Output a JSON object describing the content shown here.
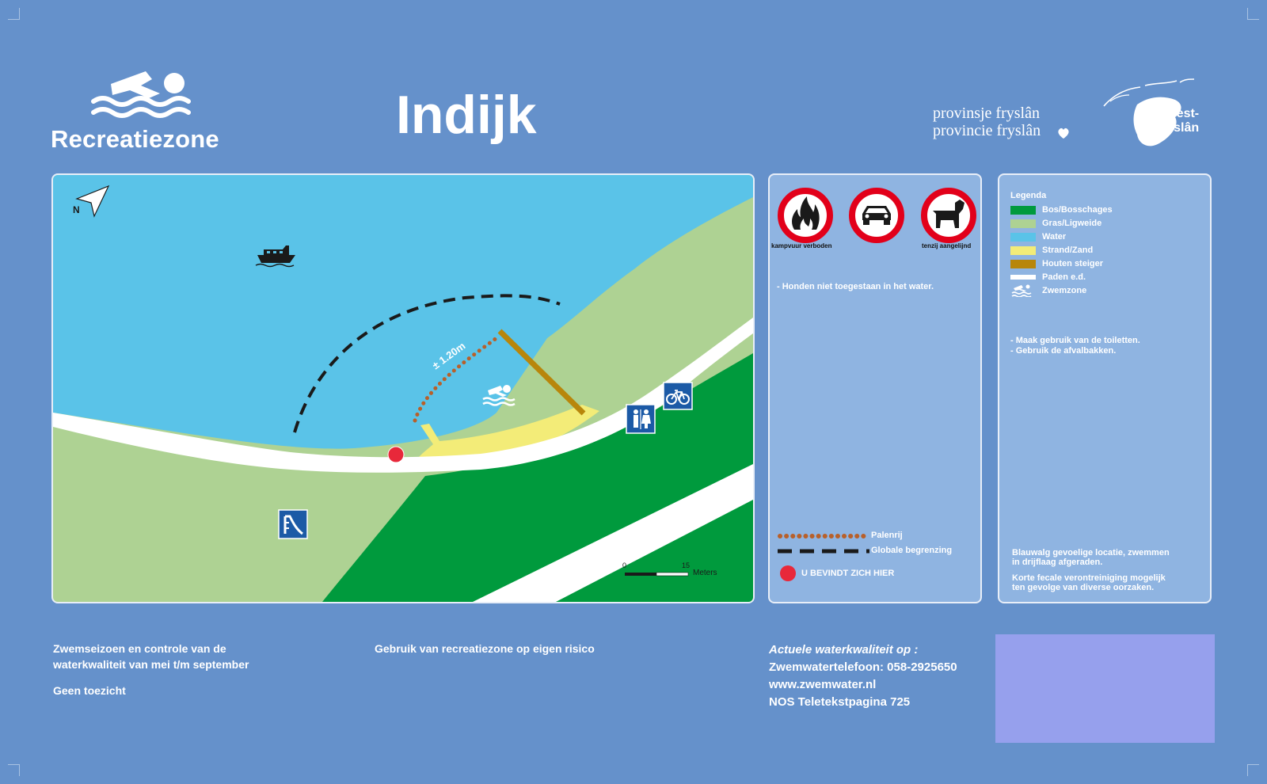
{
  "header": {
    "zone_label": "Recreatiezone",
    "title": "Indijk",
    "province_line1": "provinsje fryslân",
    "province_line2": "provincie fryslân",
    "municipality_line1": "Súdwest-",
    "municipality_line2": "Fryslân"
  },
  "map": {
    "north_label": "N",
    "depth_label": "± 1.20m",
    "scale": {
      "start": "0",
      "end": "15",
      "unit": "Meters"
    },
    "icons": [
      "north-arrow-icon",
      "boat-icon",
      "swimmer-icon",
      "toilet-icon",
      "bicycle-icon",
      "playground-slide-icon",
      "you-are-here-marker"
    ]
  },
  "rules": {
    "signs": [
      {
        "icon": "no-campfire-icon",
        "caption": "kampvuur verboden"
      },
      {
        "icon": "no-cars-icon",
        "caption": ""
      },
      {
        "icon": "no-dogs-icon",
        "caption": "tenzij aangelijnd"
      }
    ],
    "note": "- Honden niet toegestaan in het water.",
    "key": [
      {
        "symbol": "pole-row",
        "label": "Palenrij"
      },
      {
        "symbol": "dashed-line",
        "label": "Globale begrenzing"
      },
      {
        "symbol": "red-dot",
        "label": "U BEVINDT ZICH HIER"
      }
    ]
  },
  "legend": {
    "heading": "Legenda",
    "items": [
      {
        "label": "Bos/Bosschages",
        "color": "#009a3d"
      },
      {
        "label": "Gras/Ligweide",
        "color": "#aed293"
      },
      {
        "label": "Water",
        "color": "#5ac3e8"
      },
      {
        "label": "Strand/Zand",
        "color": "#f3ec78"
      },
      {
        "label": "Houten steiger",
        "color": "#b8860b"
      },
      {
        "label": "Paden e.d.",
        "color": "#ffffff"
      },
      {
        "label": "Zwemzone",
        "color": ""
      }
    ],
    "tips": [
      "- Maak gebruik van de toiletten.",
      "- Gebruik de afvalbakken."
    ],
    "warning1_line1": "Blauwalg gevoelige locatie, zwemmen",
    "warning1_line2": "in drijflaag afgeraden.",
    "warning2_line1": "Korte fecale verontreiniging mogelijk",
    "warning2_line2": "ten gevolge van diverse oorzaken."
  },
  "footer": {
    "season_line1": "Zwemseizoen en controle van de",
    "season_line2": "waterkwaliteit van mei t/m september",
    "supervision": "Geen toezicht",
    "risk": "Gebruik van recreatiezone op eigen risico",
    "quality_heading": "Actuele waterkwaliteit op :",
    "phone": "Zwemwatertelefoon: 058-2925650",
    "website": "www.zwemwater.nl",
    "teletext": "NOS Teletekstpagina 725"
  },
  "colors": {
    "background": "#6591cb",
    "panel": "#8fb4e1",
    "forest": "#009a3d",
    "grass": "#aed293",
    "water": "#5ac3e8",
    "sand": "#f3ec78",
    "jetty": "#b8860b",
    "pole_row": "#b8602a",
    "sign_red": "#e2001a",
    "sign_blue": "#1c5aa6",
    "marker": "#e8283a",
    "photo_placeholder": "#96a0ed"
  }
}
